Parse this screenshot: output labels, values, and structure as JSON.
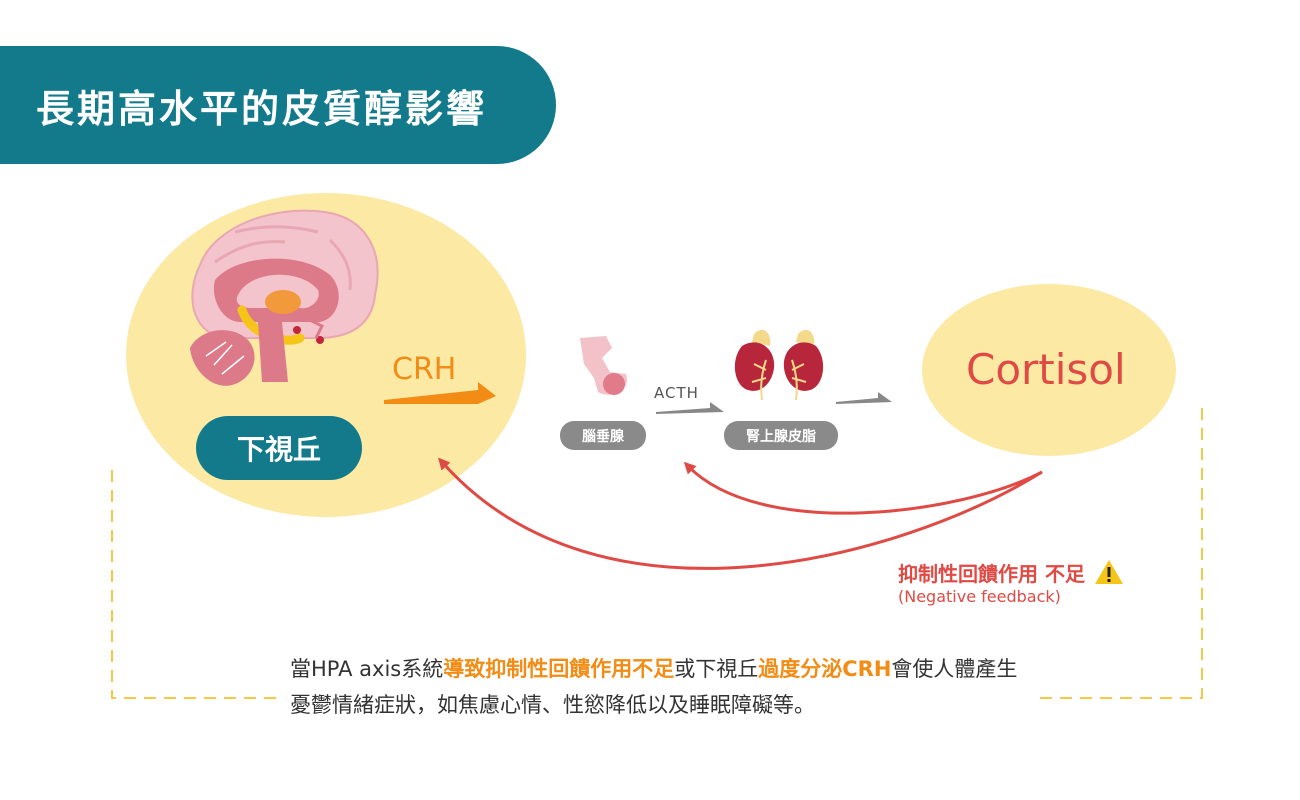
{
  "title": "長期高水平的皮質醇影響",
  "hypothalamus_label": "下視丘",
  "crh_label": "CRH",
  "pituitary_label": "腦垂腺",
  "acth_label": "ACTH",
  "adrenal_label": "腎上腺皮脂",
  "cortisol_label": "Cortisol",
  "negative_feedback": {
    "label_cn": "抑制性回饋作用 不足",
    "label_en": "(Negative feedback)"
  },
  "description": {
    "part1": "當HPA axis系統",
    "highlight1": "導致抑制性回饋作用不足",
    "part2": "或下視丘",
    "highlight2": "過度分泌CRH",
    "part3": "會使人體產生憂鬱情緒症狀，如焦慮心情、性慾降低以及睡眠障礙等。"
  },
  "colors": {
    "teal": "#127a8a",
    "yellow_bg": "#fbe9a4",
    "orange": "#f28c14",
    "red": "#e04a45",
    "gray": "#8a8a8a",
    "dash_yellow": "#f3c94a"
  },
  "icons": [
    "brain-icon",
    "pituitary-icon",
    "kidney-icon",
    "warning-icon"
  ]
}
